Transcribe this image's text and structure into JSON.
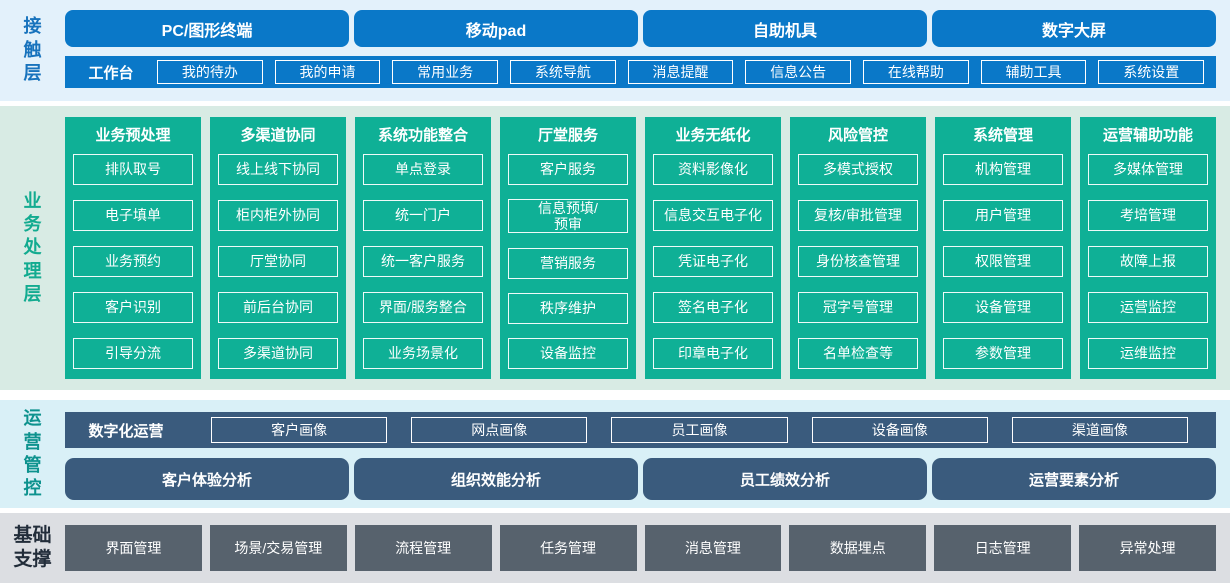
{
  "colors": {
    "contact_blue": "#0a78c8",
    "contact_band": "#e3f1fb",
    "contact_label": "#1873bd",
    "business_green": "#0fb096",
    "business_band": "#d8ebe4",
    "business_label": "#12ab90",
    "ops_slate": "#3a5b7d",
    "ops_band": "#d9f0f7",
    "ops_label": "#0d928e",
    "base_gray": "#57626d",
    "base_band": "#dcdee2",
    "base_label": "#222d3a"
  },
  "layers": {
    "contact": {
      "label": "接触层",
      "terminals": [
        "PC/图形终端",
        "移动pad",
        "自助机具",
        "数字大屏"
      ],
      "workbench": {
        "label": "工作台",
        "items": [
          "我的待办",
          "我的申请",
          "常用业务",
          "系统导航",
          "消息提醒",
          "信息公告",
          "在线帮助",
          "辅助工具",
          "系统设置"
        ]
      }
    },
    "business": {
      "label": "业务处理层",
      "columns": [
        {
          "title": "业务预处理",
          "items": [
            "排队取号",
            "电子填单",
            "业务预约",
            "客户识别",
            "引导分流"
          ]
        },
        {
          "title": "多渠道协同",
          "items": [
            "线上线下协同",
            "柜内柜外协同",
            "厅堂协同",
            "前后台协同",
            "多渠道协同"
          ]
        },
        {
          "title": "系统功能整合",
          "items": [
            "单点登录",
            "统一门户",
            "统一客户服务",
            "界面/服务整合",
            "业务场景化"
          ]
        },
        {
          "title": "厅堂服务",
          "items": [
            "客户服务",
            "信息预填/\n预审",
            "营销服务",
            "秩序维护",
            "设备监控"
          ]
        },
        {
          "title": "业务无纸化",
          "items": [
            "资料影像化",
            "信息交互电子化",
            "凭证电子化",
            "签名电子化",
            "印章电子化"
          ]
        },
        {
          "title": "风险管控",
          "items": [
            "多模式授权",
            "复核/审批管理",
            "身份核查管理",
            "冠字号管理",
            "名单检查等"
          ]
        },
        {
          "title": "系统管理",
          "items": [
            "机构管理",
            "用户管理",
            "权限管理",
            "设备管理",
            "参数管理"
          ]
        },
        {
          "title": "运营辅助功能",
          "items": [
            "多媒体管理",
            "考培管理",
            "故障上报",
            "运营监控",
            "运维监控"
          ]
        }
      ]
    },
    "operations": {
      "label": "运营管控",
      "digital": {
        "label": "数字化运营",
        "items": [
          "客户画像",
          "网点画像",
          "员工画像",
          "设备画像",
          "渠道画像"
        ]
      },
      "analysis": [
        "客户体验分析",
        "组织效能分析",
        "员工绩效分析",
        "运营要素分析"
      ]
    },
    "base": {
      "label": "基础支撑",
      "items": [
        "界面管理",
        "场景/交易管理",
        "流程管理",
        "任务管理",
        "消息管理",
        "数据埋点",
        "日志管理",
        "异常处理"
      ]
    }
  }
}
